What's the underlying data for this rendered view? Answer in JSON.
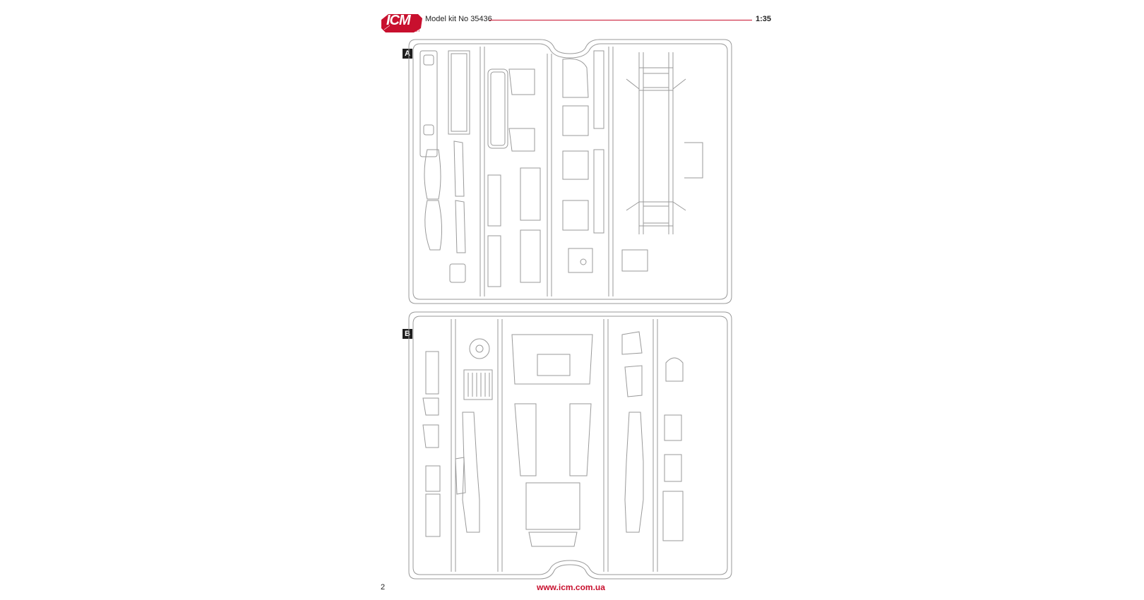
{
  "header": {
    "logo_text": "ICM",
    "logo_tagline": "Wins on the Start",
    "title": "Model kit No 35436",
    "scale": "1:35"
  },
  "sprues": [
    {
      "label": "A"
    },
    {
      "label": "B"
    }
  ],
  "footer": {
    "page_number": "2",
    "url": "www.icm.com.ua"
  },
  "colors": {
    "brand_red": "#c8102e",
    "line_art": "#9a9a9a",
    "label_bg": "#1e1e1e"
  }
}
